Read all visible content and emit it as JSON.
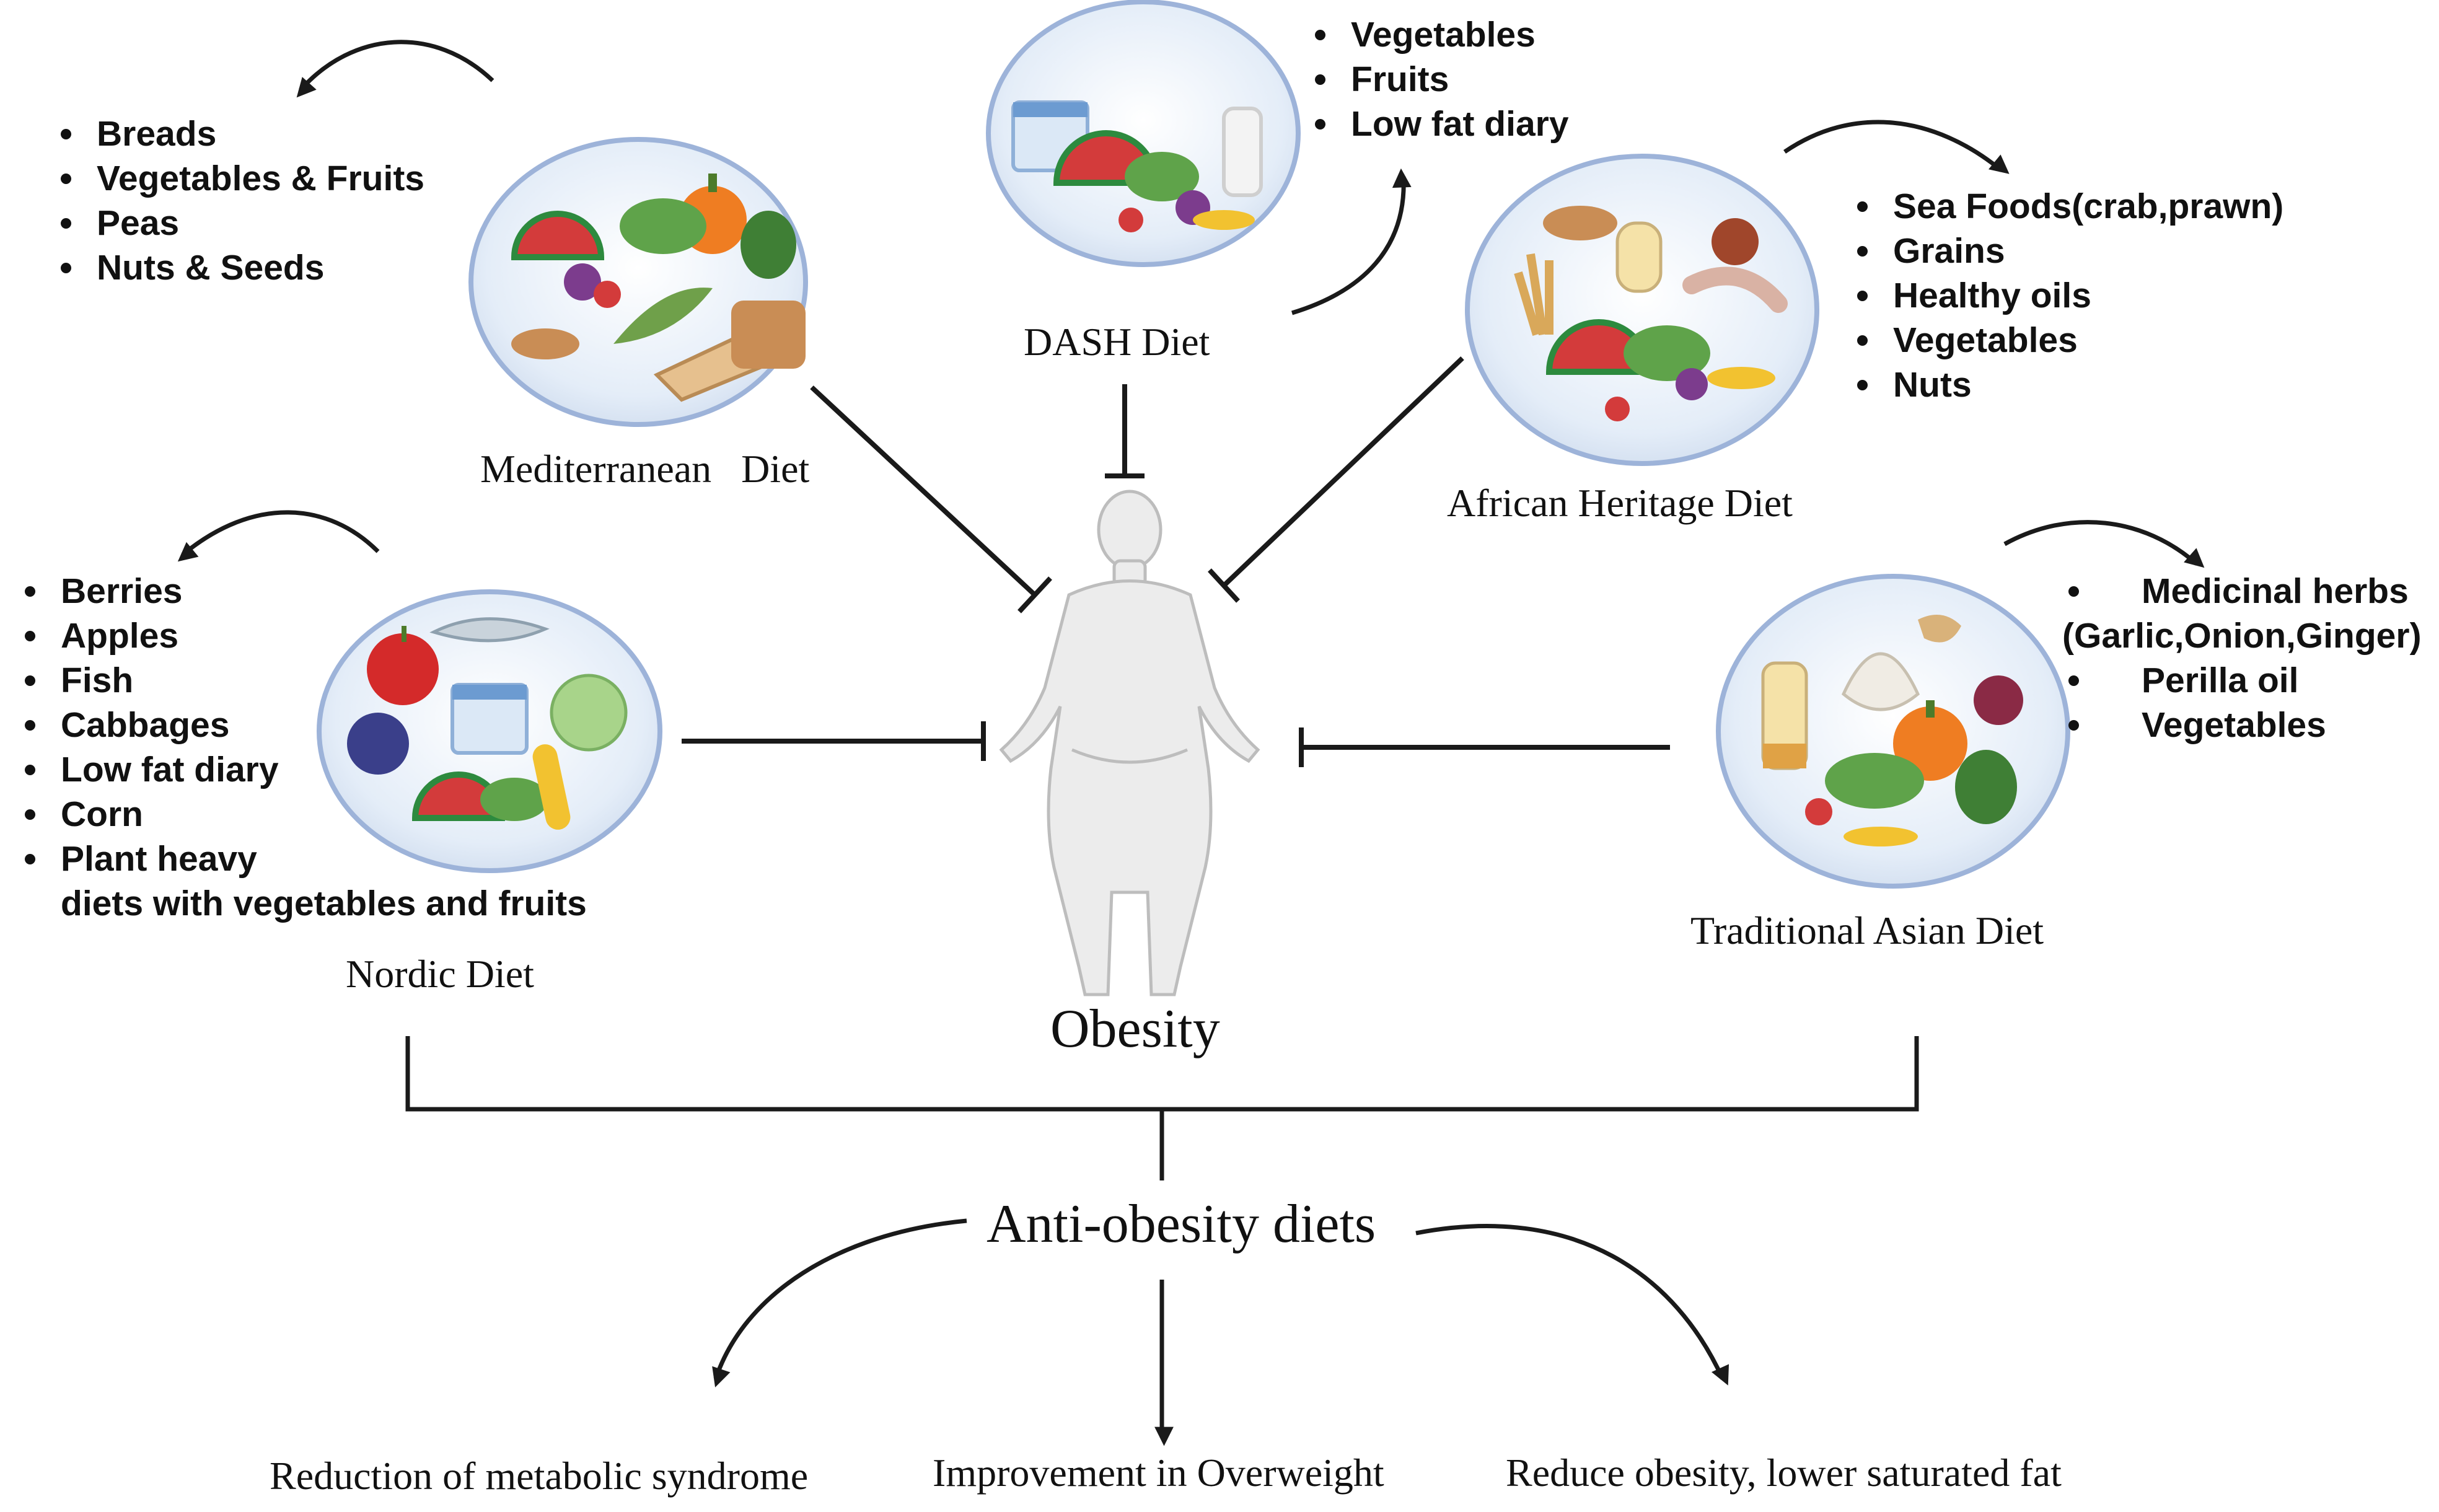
{
  "center": {
    "label": "Obesity"
  },
  "diets": {
    "mediterranean": {
      "name": "Mediterranean   Diet",
      "items": [
        "Breads",
        "Vegetables & Fruits",
        "Peas",
        "Nuts & Seeds"
      ]
    },
    "dash": {
      "name": "DASH Diet",
      "items": [
        "Vegetables",
        "Fruits",
        "Low fat diary"
      ]
    },
    "african": {
      "name": "African Heritage Diet",
      "items": [
        "Sea Foods(crab,prawn)",
        "Grains",
        "Healthy oils",
        "Vegetables",
        "Nuts"
      ]
    },
    "nordic": {
      "name": "Nordic Diet",
      "items": [
        "Berries",
        "Apples",
        "Fish",
        "Cabbages",
        "Low fat diary",
        "Corn",
        "Plant heavy",
        "diets with vegetables and fruits"
      ]
    },
    "asian": {
      "name": "Traditional Asian Diet",
      "items": [
        "Medicinal herbs",
        "(Garlic,Onion,Ginger)",
        "Perilla oil",
        "Vegetables"
      ]
    }
  },
  "summary": {
    "label": "Anti-obesity diets"
  },
  "outcomes": [
    "Reduction of metabolic syndrome",
    "Improvement in Overweight",
    "Reduce obesity, lower saturated fat"
  ],
  "colors": {
    "plate_fill": "#dbe7f4",
    "plate_border": "#9db3d9",
    "line": "#1a1a1a",
    "body_fill": "#ececec",
    "body_stroke": "#bdbdbd"
  }
}
